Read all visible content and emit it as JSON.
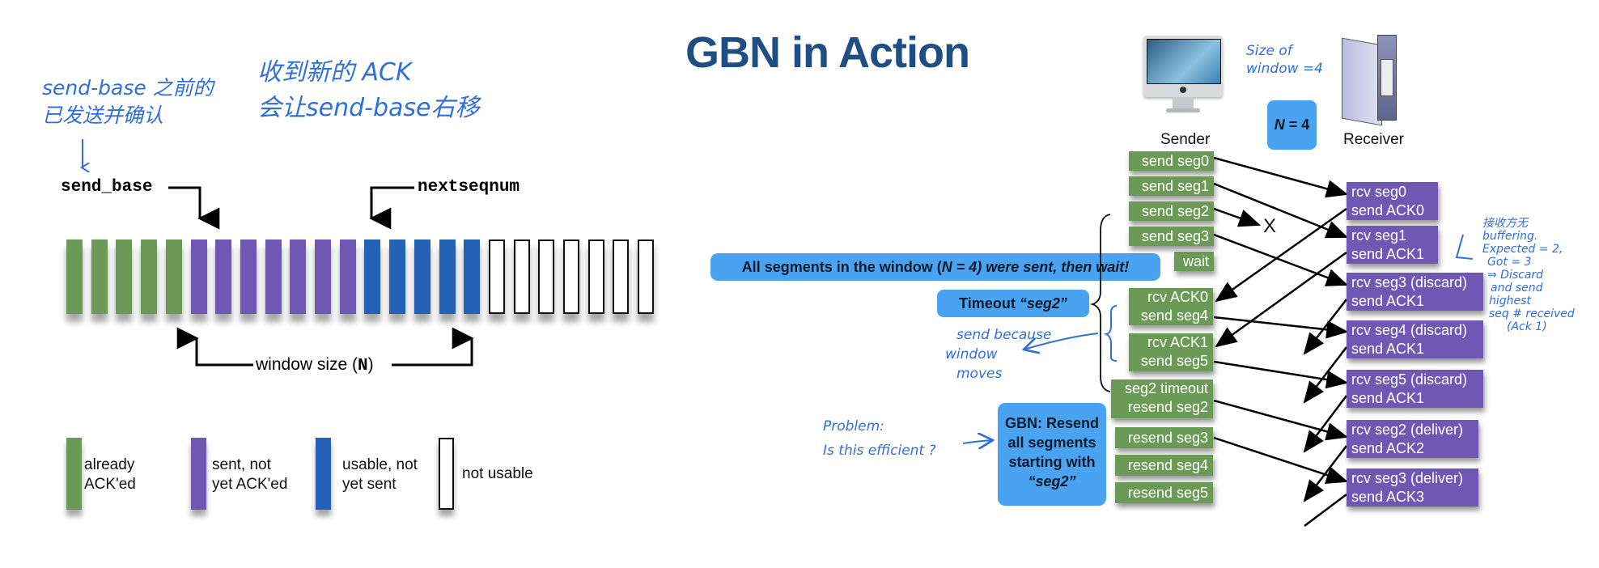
{
  "left_diagram": {
    "handwritten_notes": [
      {
        "line1": "send-base 之前的",
        "line2": "已发送并确认"
      },
      {
        "line1": "收到新的 ACK",
        "line2": "会让send-base右移"
      }
    ],
    "send_base_label": "send_base",
    "nextseqnum_label": "nextseqnum",
    "window_label_prefix": "window size (",
    "window_label_var": "N",
    "window_label_suffix": ")",
    "sequence": [
      "acked",
      "acked",
      "acked",
      "acked",
      "acked",
      "sent",
      "sent",
      "sent",
      "sent",
      "sent",
      "sent",
      "sent",
      "usable",
      "usable",
      "usable",
      "usable",
      "usable",
      "notusable",
      "notusable",
      "notusable",
      "notusable",
      "notusable",
      "notusable",
      "notusable"
    ],
    "legend": [
      {
        "kind": "acked",
        "line1": "already",
        "line2": "ACK'ed"
      },
      {
        "kind": "sent",
        "line1": "sent, not",
        "line2": "yet ACK'ed"
      },
      {
        "kind": "usable",
        "line1": "usable, not",
        "line2": "yet sent"
      },
      {
        "kind": "notusable",
        "line1": "not usable",
        "line2": ""
      }
    ],
    "colors": {
      "acked": "#6a9a55",
      "sent": "#6f57b3",
      "usable": "#2661b8",
      "notusable": "#ffffff"
    }
  },
  "right_diagram": {
    "title": "GBN in Action",
    "sender_label": "Sender",
    "receiver_label": "Receiver",
    "window_badge": {
      "var": "N",
      "rest": " = 4"
    },
    "handwritten_window": {
      "line1": "Size of",
      "line2": "window =4"
    },
    "sender_events": [
      {
        "line1": "send seg0"
      },
      {
        "line1": "send seg1"
      },
      {
        "line1": "send seg2"
      },
      {
        "line1": "send seg3"
      },
      {
        "line1": "wait"
      },
      {
        "line1": "rcv ACK0",
        "line2": "send seg4"
      },
      {
        "line1": "rcv ACK1",
        "line2": "send seg5"
      },
      {
        "line1": "seg2 timeout",
        "line2": "resend seg2"
      },
      {
        "line1": "resend seg3"
      },
      {
        "line1": "resend seg4"
      },
      {
        "line1": "resend seg5"
      }
    ],
    "receiver_events": [
      {
        "line1": "rcv seg0",
        "line2": "send ACK0"
      },
      {
        "line1": "rcv seg1",
        "line2": "send ACK1"
      },
      {
        "line1": "rcv seg3 (discard)",
        "line2": "send ACK1"
      },
      {
        "line1": "rcv seg4 (discard)",
        "line2": "send ACK1"
      },
      {
        "line1": "rcv seg5 (discard)",
        "line2": "send ACK1"
      },
      {
        "line1": "rcv seg2 (deliver)",
        "line2": "send ACK2"
      },
      {
        "line1": "rcv seg3 (deliver)",
        "line2": "send ACK3"
      }
    ],
    "lost_marker": "X",
    "callouts": {
      "all_sent": {
        "pre": "All segments in the window (",
        "var": "N",
        "mid": " = 4)",
        "post": " were sent, then wait!"
      },
      "timeout": {
        "pre": "Timeout ",
        "em": "“seg2”"
      },
      "gbn_resend": {
        "line1": "GBN: Resend",
        "line2": "all segments",
        "line3": "starting with",
        "line4": "“seg2”"
      }
    },
    "handwritten_notes": {
      "send_because": [
        "send because",
        "window",
        "moves"
      ],
      "problem": [
        "Problem:",
        "Is this efficient ?"
      ],
      "receiver_note": [
        "接收方无",
        "buffering.",
        "Expected = 2,",
        "Got = 3",
        "⇒ Discard",
        "and send",
        "highest",
        "seq # received",
        "(Ack 1)"
      ]
    }
  }
}
